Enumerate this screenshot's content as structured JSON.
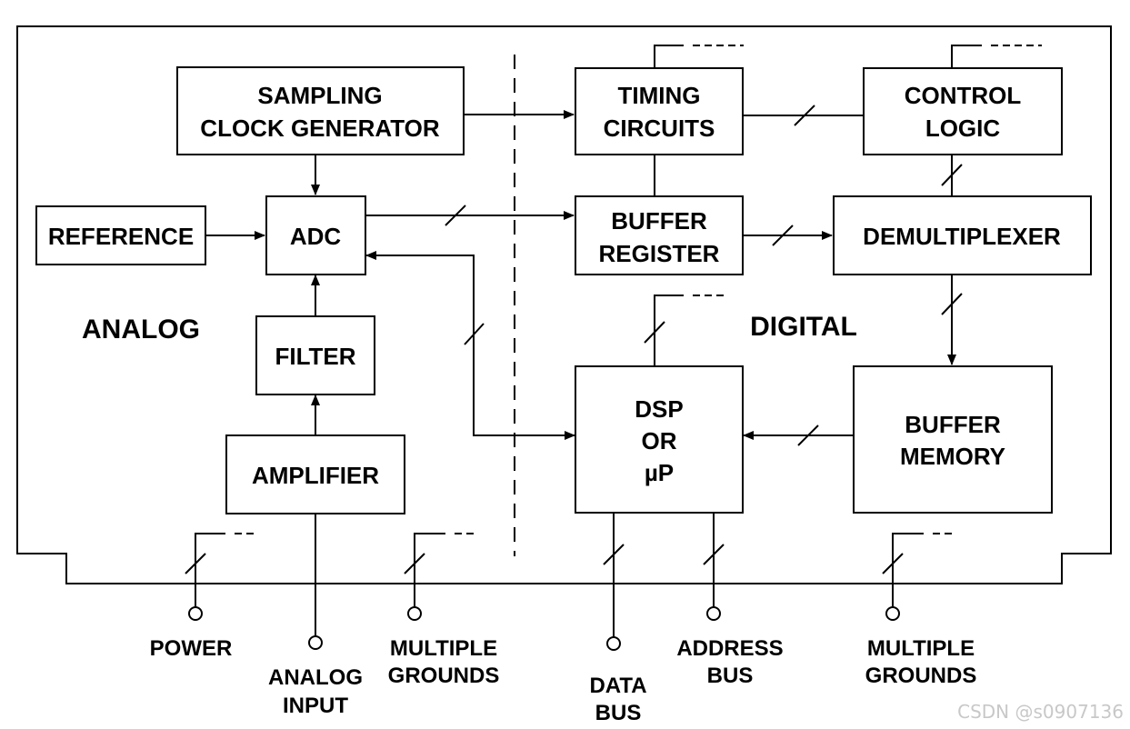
{
  "blocks": {
    "sampling_clock": [
      "SAMPLING",
      "CLOCK GENERATOR"
    ],
    "reference": "REFERENCE",
    "adc": "ADC",
    "filter": "FILTER",
    "amplifier": "AMPLIFIER",
    "timing": [
      "TIMING",
      "CIRCUITS"
    ],
    "control": [
      "CONTROL",
      "LOGIC"
    ],
    "buffer_register": [
      "BUFFER",
      "REGISTER"
    ],
    "demux": "DEMULTIPLEXER",
    "dsp": [
      "DSP",
      "OR",
      "µP"
    ],
    "buffer_memory": [
      "BUFFER",
      "MEMORY"
    ]
  },
  "zones": {
    "analog": "ANALOG",
    "digital": "DIGITAL"
  },
  "pins": {
    "power": "POWER",
    "analog_input": [
      "ANALOG",
      "INPUT"
    ],
    "grounds_left": [
      "MULTIPLE",
      "GROUNDS"
    ],
    "data_bus": [
      "DATA",
      "BUS"
    ],
    "address_bus": [
      "ADDRESS",
      "BUS"
    ],
    "grounds_right": [
      "MULTIPLE",
      "GROUNDS"
    ]
  },
  "watermark": "CSDN @s0907136"
}
